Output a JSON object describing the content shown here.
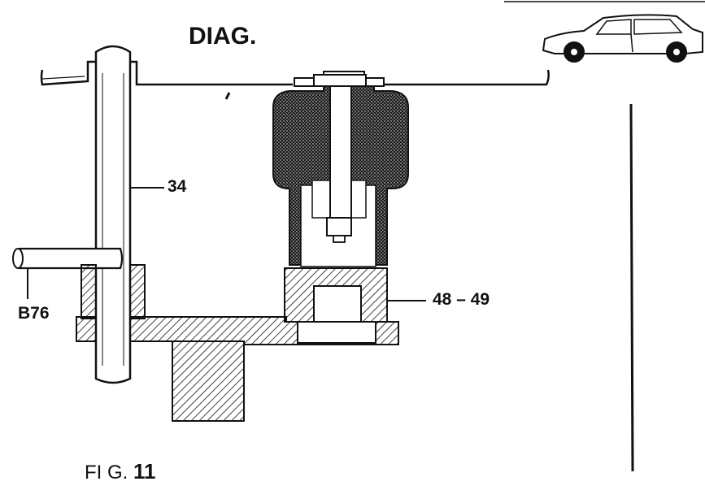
{
  "title": "DIAG.",
  "labels": {
    "rod": "34",
    "pin": "B76",
    "tool": "48 – 49"
  },
  "figure": {
    "prefix": "FI G.",
    "number": "11"
  },
  "colors": {
    "ink": "#111111",
    "background": "#ffffff"
  },
  "icons": [
    "car-icon"
  ]
}
